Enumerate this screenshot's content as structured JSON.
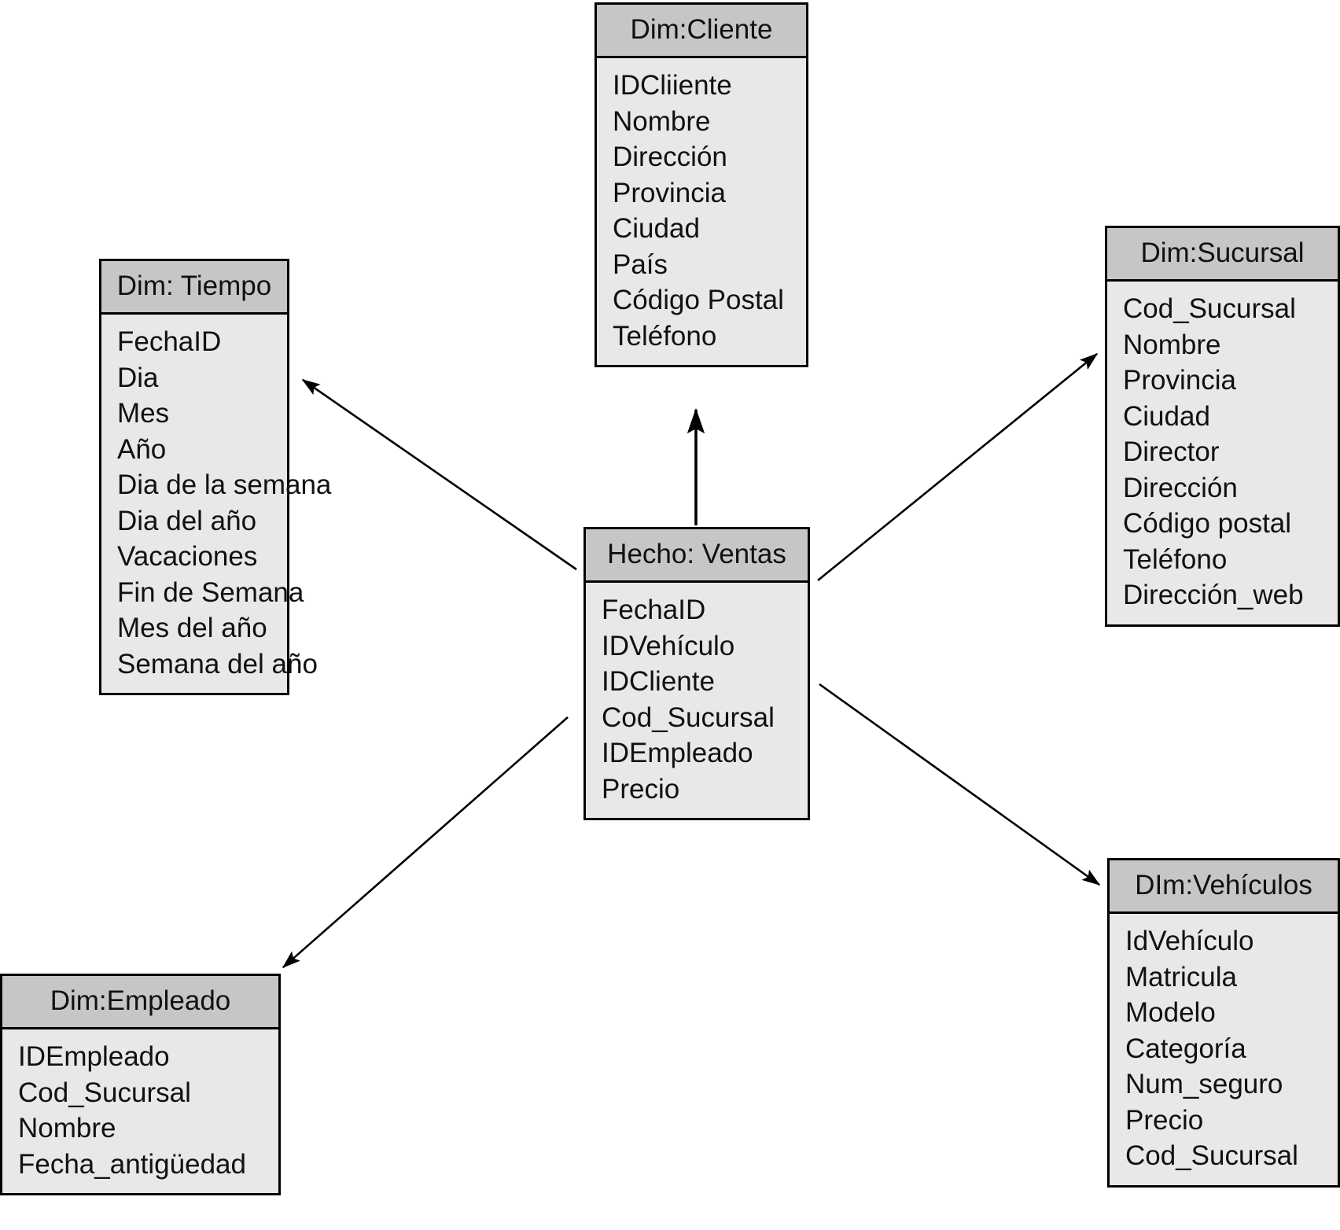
{
  "diagram": {
    "type": "star-schema",
    "colors": {
      "header_fill": "#c6c6c6",
      "body_fill": "#e8e8e8",
      "border": "#000000",
      "text": "#111111",
      "connector": "#000000"
    },
    "fact_table": {
      "id": "ventas",
      "title": "Hecho: Ventas",
      "fields": [
        "FechaID",
        "IDVehículo",
        "IDCliente",
        "Cod_Sucursal",
        "IDEmpleado",
        "Precio"
      ]
    },
    "dimension_tables": [
      {
        "id": "cliente",
        "title": "Dim:Cliente",
        "fields": [
          "IDCliiente",
          "Nombre",
          "Dirección",
          "Provincia",
          "Ciudad",
          "País",
          "Código Postal",
          "Teléfono"
        ]
      },
      {
        "id": "tiempo",
        "title": "Dim: Tiempo",
        "fields": [
          "FechaID",
          "Dia",
          "Mes",
          "Año",
          "Dia de la semana",
          "Dia del año",
          "Vacaciones",
          "Fin de Semana",
          "Mes del año",
          "Semana del año"
        ]
      },
      {
        "id": "sucursal",
        "title": "Dim:Sucursal",
        "fields": [
          "Cod_Sucursal",
          "Nombre",
          "Provincia",
          "Ciudad",
          "Director",
          "Dirección",
          "Código postal",
          "Teléfono",
          "Dirección_web"
        ]
      },
      {
        "id": "empleado",
        "title": "Dim:Empleado",
        "fields": [
          "IDEmpleado",
          "Cod_Sucursal",
          "Nombre",
          "Fecha_antigüedad"
        ]
      },
      {
        "id": "vehiculos",
        "title": "DIm:Vehículos",
        "fields": [
          "IdVehículo",
          "Matricula",
          "Modelo",
          "Categoría",
          "Num_seguro",
          "Precio",
          "Cod_Sucursal"
        ]
      }
    ],
    "relationships": [
      {
        "from": "ventas",
        "to": "cliente",
        "marker": "arrow"
      },
      {
        "from": "ventas",
        "to": "tiempo",
        "marker": "arrow"
      },
      {
        "from": "ventas",
        "to": "sucursal",
        "marker": "arrow"
      },
      {
        "from": "ventas",
        "to": "empleado",
        "marker": "arrow"
      },
      {
        "from": "ventas",
        "to": "vehiculos",
        "marker": "arrow"
      }
    ]
  }
}
